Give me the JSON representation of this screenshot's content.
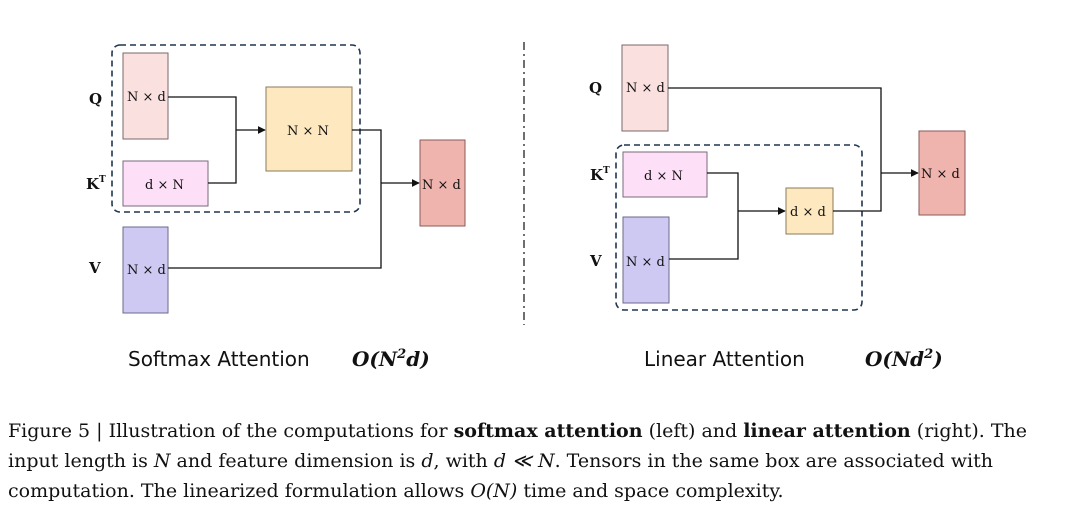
{
  "diagram": {
    "softmax": {
      "title": "Softmax Attention",
      "complexity": {
        "prefix": "O(",
        "n": "N",
        "n_exp": "2",
        "d": "d",
        "suffix": ")"
      },
      "labels": {
        "q": "Q",
        "k": "K",
        "k_sup": "T",
        "v": "V"
      },
      "boxes": {
        "q": "N × d",
        "kt": "d × N",
        "v": "N × d",
        "qk": "N × N",
        "out": "N × d"
      }
    },
    "linear": {
      "title": "Linear Attention",
      "complexity": {
        "prefix": "O(",
        "n": "N",
        "d": "d",
        "d_exp": "2",
        "suffix": ")"
      },
      "labels": {
        "q": "Q",
        "k": "K",
        "k_sup": "T",
        "v": "V"
      },
      "boxes": {
        "q": "N × d",
        "kt": "d × N",
        "v": "N × d",
        "kv": "d × d",
        "out": "N × d"
      }
    },
    "colors": {
      "q": "#fbe0e0",
      "kt": "#fde0f7",
      "v": "#cdc9f2",
      "mid": "#fde8c0",
      "out": "#f0b4ae"
    }
  },
  "caption": {
    "figure_label": "Figure 5 | Illustration of the computations for ",
    "bold1": "softmax attention",
    "t1": " (left) and ",
    "bold2": "linear attention",
    "t2": " (right). The input length is ",
    "var_n": "N",
    "t3": " and feature dimension is ",
    "var_d": "d",
    "t4": ", with ",
    "rel": "d ≪ N",
    "t5": ". Tensors in the same box are associated with computation. The linearized formulation allows ",
    "on": "O(N)",
    "t6": " time and space complexity."
  }
}
